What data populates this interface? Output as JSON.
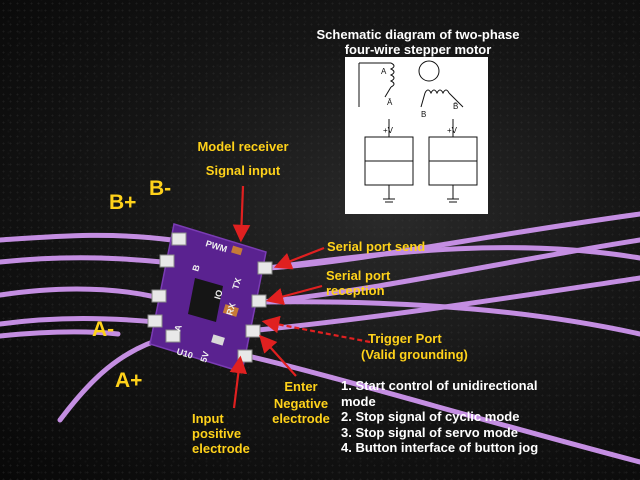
{
  "schematic": {
    "title_line1": "Schematic diagram of two-phase",
    "title_line2": "four-wire stepper motor",
    "coil_a": "A",
    "coil_a_bar": "Ā",
    "coil_b": "B",
    "coil_b_bar": "B̄",
    "vplus_a": "+V",
    "vplus_b": "+V"
  },
  "labels": {
    "model_receiver": "Model receiver",
    "signal_input": "Signal input",
    "b_minus": "B-",
    "b_plus": "B+",
    "a_minus": "A-",
    "a_plus": "A+",
    "serial_send": "Serial port send",
    "serial_reception_1": "Serial port",
    "serial_reception_2": "reception",
    "trigger_port": "Trigger Port",
    "valid_grounding": "(Valid grounding)",
    "enter": "Enter",
    "negative_1": "Negative",
    "negative_2": "electrode",
    "input_1": "Input",
    "input_2": "positive",
    "input_3": "electrode"
  },
  "notes": [
    "1. Start control of unidirectional",
    "mode",
    "2. Stop signal of cyclic mode",
    "3. Stop signal of servo mode",
    "4. Button interface of button jog"
  ],
  "board": {
    "silk_pwm": "PWM",
    "silk_tx": "TX",
    "silk_rx": "RX",
    "silk_io": "IO",
    "silk_u10": "U10",
    "silk_5v": "5V",
    "silk_a": "A",
    "silk_b": "B"
  },
  "colors": {
    "label_yellow": "#ffd21a",
    "wire": "#c48ee2",
    "board": "#5a2290",
    "arrow": "#e02020"
  }
}
